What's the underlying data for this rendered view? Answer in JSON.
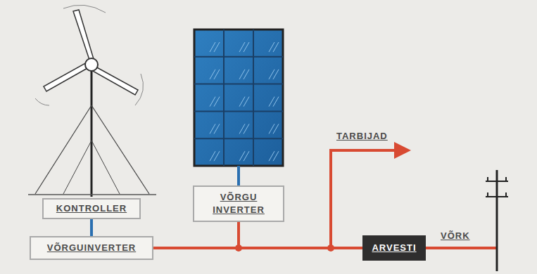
{
  "diagram": {
    "nodes": [
      {
        "text": [
          "KONTROLLER"
        ]
      },
      {
        "text": [
          "VÕRGUINVERTER"
        ]
      },
      {
        "text": [
          "VÕRGU INVERTER"
        ]
      },
      {
        "text": [
          "ARVESTI"
        ]
      }
    ],
    "edges": [
      {
        "from": 0,
        "to": 1,
        "arrow": "none"
      },
      {
        "from": 1,
        "to": 3,
        "arrow": "none"
      },
      {
        "from": 2,
        "to": 3,
        "arrow": "none"
      }
    ],
    "labels": [
      "TARBIJAD",
      "VÕRK"
    ]
  }
}
